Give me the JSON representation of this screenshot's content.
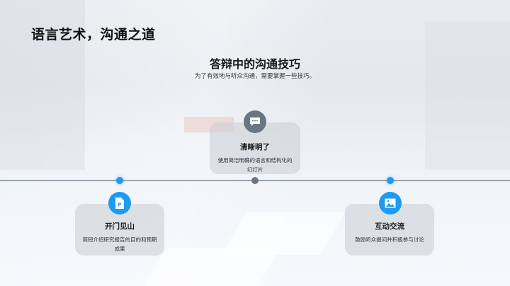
{
  "slide": {
    "title": "语言艺术，沟通之道",
    "section_title": "答辩中的沟通技巧",
    "section_subtitle": "为了有效地与听众沟通，需要掌握一些技巧。"
  },
  "timeline": {
    "items": [
      {
        "title": "开门见山",
        "description": "简短介绍研究报告的目的和预期成果",
        "icon": "document-p-icon",
        "color": "#1e9bf0",
        "position": "below"
      },
      {
        "title": "清晰明了",
        "description": "使用简洁明确的语言和结构化的幻灯片",
        "icon": "chat-bubble-icon",
        "color": "#6b7684",
        "position": "above"
      },
      {
        "title": "互动交流",
        "description": "鼓励听众提问并积极参与讨论",
        "icon": "image-icon",
        "color": "#1e9bf0",
        "position": "below"
      }
    ]
  },
  "colors": {
    "accent_blue": "#1e9bf0",
    "accent_gray": "#6b7684",
    "line": "#9aa3ad"
  }
}
